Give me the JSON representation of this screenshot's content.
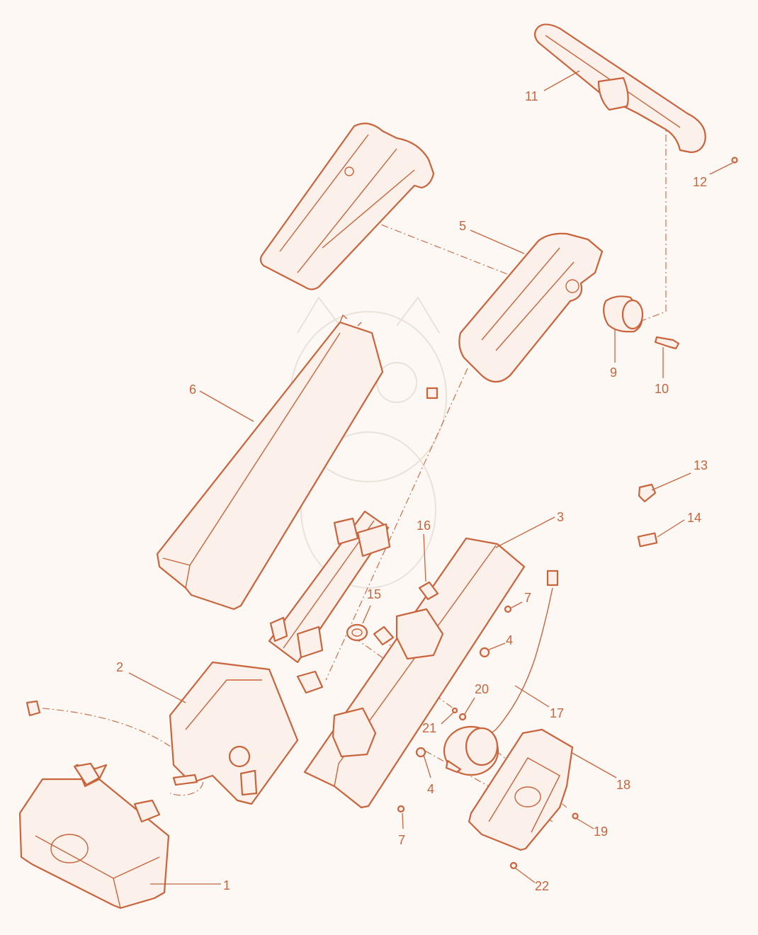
{
  "colors": {
    "line": "#c9643c",
    "background": "#fdf8f4",
    "fill": "#fbf1ea"
  },
  "callouts": [
    {
      "id": "1",
      "label": "1"
    },
    {
      "id": "2",
      "label": "2"
    },
    {
      "id": "3",
      "label": "3"
    },
    {
      "id": "4a",
      "label": "4"
    },
    {
      "id": "4b",
      "label": "4"
    },
    {
      "id": "5",
      "label": "5"
    },
    {
      "id": "6",
      "label": "6"
    },
    {
      "id": "7a",
      "label": "7"
    },
    {
      "id": "7b",
      "label": "7"
    },
    {
      "id": "9",
      "label": "9"
    },
    {
      "id": "10",
      "label": "10"
    },
    {
      "id": "11",
      "label": "11"
    },
    {
      "id": "12",
      "label": "12"
    },
    {
      "id": "13",
      "label": "13"
    },
    {
      "id": "14",
      "label": "14"
    },
    {
      "id": "15",
      "label": "15"
    },
    {
      "id": "16",
      "label": "16"
    },
    {
      "id": "17",
      "label": "17"
    },
    {
      "id": "18",
      "label": "18"
    },
    {
      "id": "19",
      "label": "19"
    },
    {
      "id": "20",
      "label": "20"
    },
    {
      "id": "21",
      "label": "21"
    },
    {
      "id": "22",
      "label": "22"
    }
  ]
}
